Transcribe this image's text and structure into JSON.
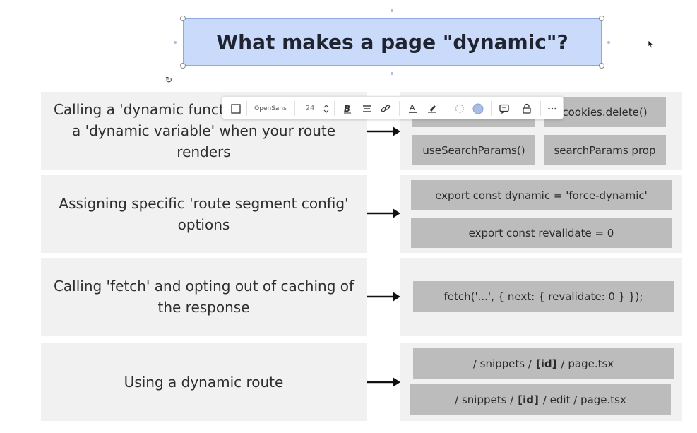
{
  "title": "What makes a page \"dynamic\"?",
  "toolbar": {
    "font_name": "OpenSans",
    "font_size": "24"
  },
  "rows": [
    {
      "description": "Calling a 'dynamic function' or referencing a 'dynamic variable' when your route renders",
      "chips": [
        "cookies.delete()",
        "useSearchParams()",
        "searchParams prop"
      ]
    },
    {
      "description": "Assigning specific 'route segment config' options",
      "chips": [
        "export const dynamic = 'force-dynamic'",
        "export const revalidate = 0"
      ]
    },
    {
      "description": "Calling 'fetch' and opting out of caching of the response",
      "chips": [
        "fetch('...', { next: { revalidate: 0 } });"
      ]
    },
    {
      "description": "Using a dynamic route",
      "chips": [
        {
          "before": "/ snippets /",
          "bold": "[id]",
          "after": "/ page.tsx"
        },
        {
          "before": "/ snippets /",
          "bold": "[id]",
          "after": "/ edit / page.tsx"
        }
      ]
    }
  ],
  "colors": {
    "title_fill": "#c9dafa",
    "panel_fill": "#f1f1f1",
    "chip_fill": "#bcbcbc"
  }
}
